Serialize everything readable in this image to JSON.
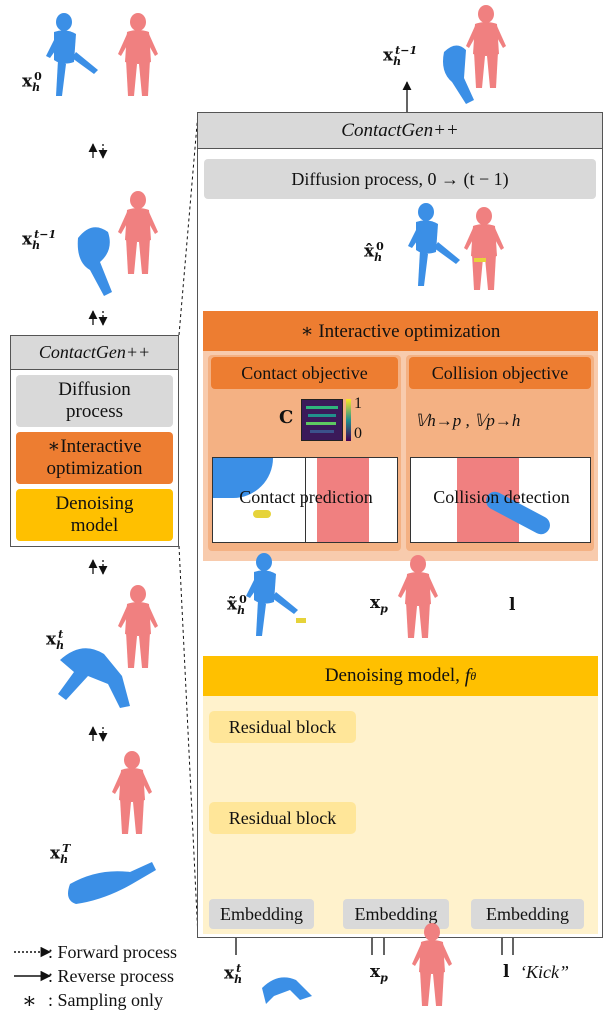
{
  "colors": {
    "orange": "#ED7D31",
    "orange_light": "#F4B183",
    "orange_pale": "#F8CBAD",
    "yellow": "#FFC000",
    "yellow_light": "#FFE699",
    "yellow_pale": "#FFF2CC",
    "gray": "#D9D9D9",
    "human_blue": "#3B8FE6",
    "human_red": "#F08080"
  },
  "left_panel": {
    "labels": {
      "x0": "x",
      "x0_sub": "h",
      "x0_sup": "0",
      "xt1": "x",
      "xt1_sub": "h",
      "xt1_sup": "t−1",
      "xt": "x",
      "xt_sub": "h",
      "xt_sup": "t",
      "xT": "x",
      "xT_sub": "h",
      "xT_sup": "T"
    },
    "compact": {
      "title": "ContactGen++",
      "diffusion": "Diffusion process",
      "interactive": "∗Interactive optimization",
      "denoising": "Denoising model"
    }
  },
  "main": {
    "title": "ContactGen++",
    "diffusion": "Diffusion process, 0 → (t − 1)",
    "out_label": "x",
    "out_sub": "h",
    "out_sup": "t−1",
    "hat_label": "x̂",
    "hat_sub": "h",
    "hat_sup": "0",
    "interactive": "∗ Interactive optimization",
    "contact_objective": "Contact objective",
    "collision_objective": "Collision objective",
    "c_label": "C",
    "colorbar_max": "1",
    "colorbar_min": "0",
    "v_label": "𝕍h→p , 𝕍p→h",
    "contact_prediction": "Contact prediction",
    "collision_detection": "Collision detection",
    "tilde_label": "x̃",
    "tilde_sub": "h",
    "tilde_sup": "0",
    "xp_label": "x",
    "xp_sub": "p",
    "l_label": "l",
    "denoising": "Denoising model,",
    "f_theta": "f",
    "f_theta_sub": "θ",
    "residual_top": "Residual block",
    "residual_bottom": "Residual block",
    "embedding_1": "Embedding",
    "embedding_2": "Embedding",
    "embedding_3": "Embedding",
    "in_xh": "x",
    "in_xh_sub": "h",
    "in_xh_sup": "t",
    "in_xp": "x",
    "in_xp_sub": "p",
    "in_l": "l",
    "kick": "‘Kick”"
  },
  "legend": {
    "forward": ": Forward process",
    "reverse": ": Reverse process",
    "sampling": ": Sampling only"
  }
}
